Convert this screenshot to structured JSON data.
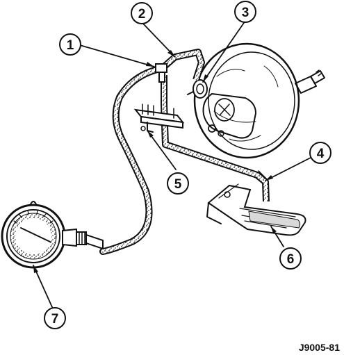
{
  "figure_id": "J9005-81",
  "callouts": [
    {
      "number": "1",
      "target": "tee-fitting"
    },
    {
      "number": "2",
      "target": "vacuum-hose"
    },
    {
      "number": "3",
      "target": "check-valve"
    },
    {
      "number": "4",
      "target": "vacuum-line"
    },
    {
      "number": "5",
      "target": "clamp-block"
    },
    {
      "number": "6",
      "target": "intake-manifold"
    },
    {
      "number": "7",
      "target": "vacuum-gauge"
    }
  ]
}
